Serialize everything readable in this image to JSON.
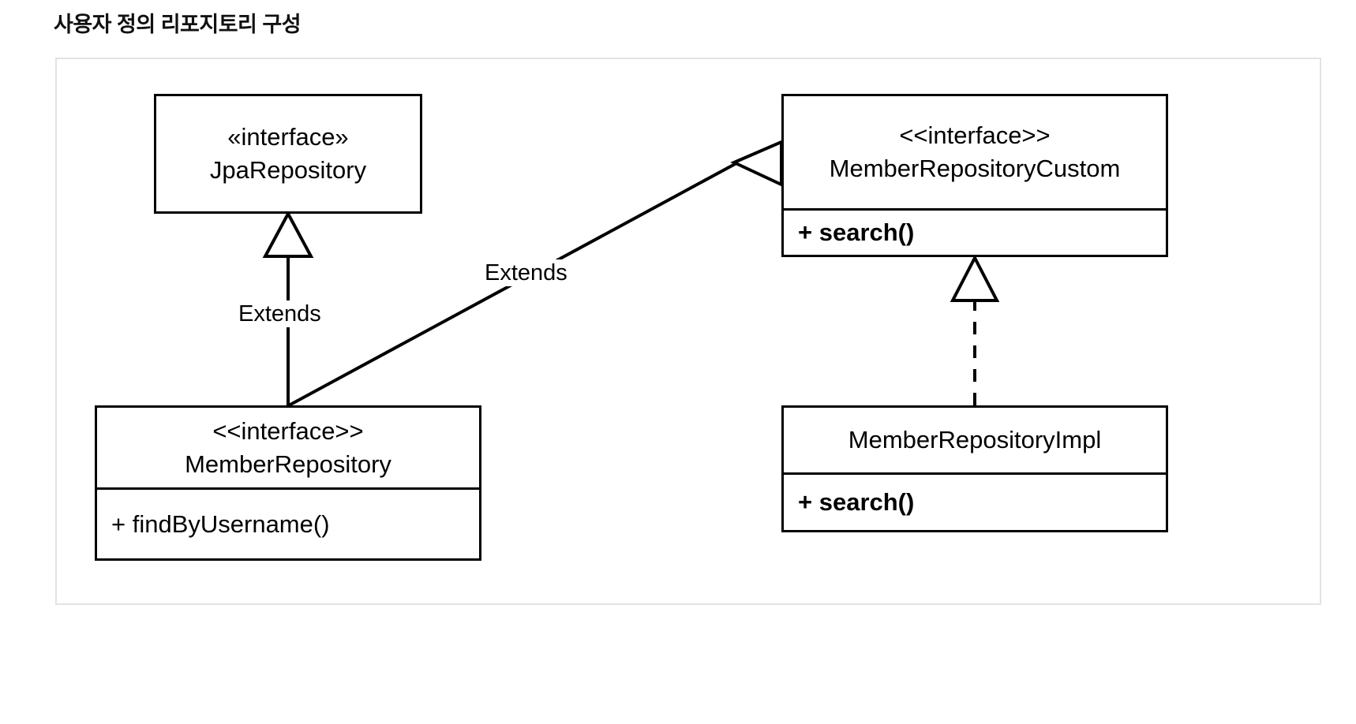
{
  "page": {
    "title": "사용자 정의 리포지토리 구성",
    "background": "#ffffff",
    "container_border_color": "#e3e3e3",
    "stroke_color": "#000000"
  },
  "diagram": {
    "type": "uml-class-diagram",
    "classes": [
      {
        "id": "jpa-repository",
        "stereotype": "«interface»",
        "name": "JpaRepository",
        "members": []
      },
      {
        "id": "member-repository-custom",
        "stereotype": "<<interface>>",
        "name": "MemberRepositoryCustom",
        "members": [
          "+ search()"
        ]
      },
      {
        "id": "member-repository",
        "stereotype": "<<interface>>",
        "name": "MemberRepository",
        "members": [
          "+ findByUsername()"
        ]
      },
      {
        "id": "member-repository-impl",
        "stereotype": "",
        "name": "MemberRepositoryImpl",
        "members": [
          "+ search()"
        ]
      }
    ],
    "relations": [
      {
        "id": "extends-jpa",
        "from": "member-repository",
        "to": "jpa-repository",
        "kind": "generalization",
        "line": "solid",
        "arrow": "hollow-triangle",
        "label": "Extends"
      },
      {
        "id": "extends-custom",
        "from": "member-repository",
        "to": "member-repository-custom",
        "kind": "generalization",
        "line": "solid",
        "arrow": "hollow-triangle",
        "label": "Extends"
      },
      {
        "id": "implements-custom",
        "from": "member-repository-impl",
        "to": "member-repository-custom",
        "kind": "realization",
        "line": "dashed",
        "arrow": "hollow-triangle",
        "label": ""
      }
    ]
  }
}
